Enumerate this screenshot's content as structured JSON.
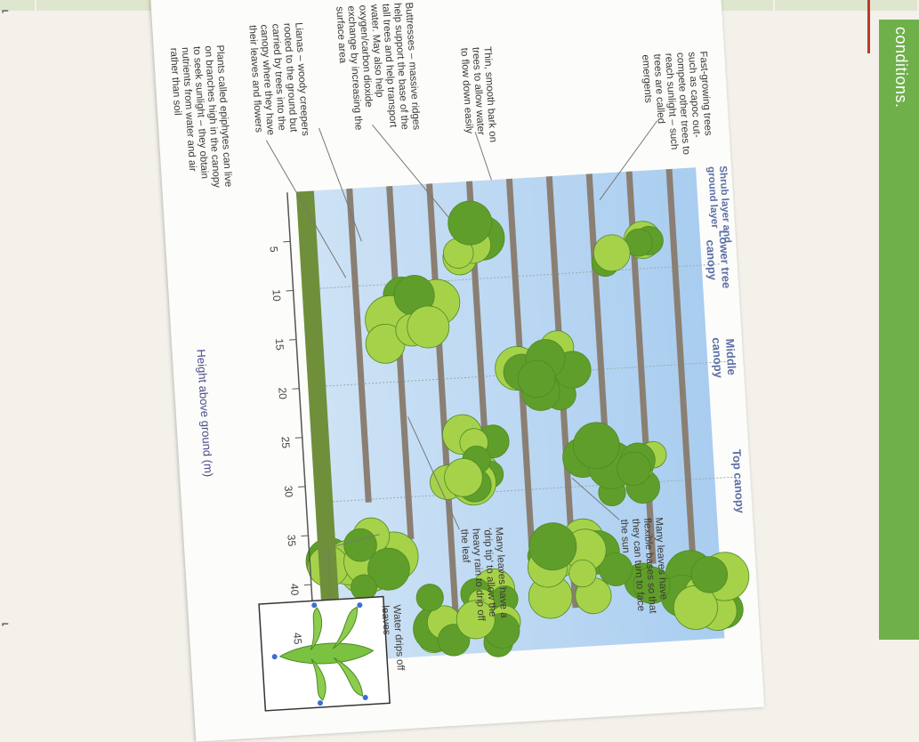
{
  "margin_text": "conditions.",
  "diagram": {
    "columns": {
      "top": "Top canopy",
      "middle": "Middle canopy",
      "lower": "Lower tree canopy",
      "shrub": "Shrub layer and ground layer"
    },
    "annotations": {
      "emergents": "Fast-growing trees such as capoc out-compete other trees to reach sunlight – such trees are called emergents",
      "flexible_bases": "Many leaves have flexible bases so that they can turn to face the sun",
      "drip_tip": "Many leaves have a 'drip tip' to allow the heavy rain to drip off the leaf",
      "water_drips": "Water drips off leaves",
      "bark": "Thin, smooth bark on trees to allow water to flow down easily",
      "buttresses": "Buttresses – massive ridges help support the base of the tall trees and help transport water. May also help oxygen/carbon dioxide exchange by increasing the surface area",
      "lianas": "Lianas – woody creepers rooted to the ground but carried by trees into the canopy where they have their leaves and flowers",
      "epiphytes": "Plants called epiphytes can live on branches high in the canopy to seek sunlight – they obtain nutrients from water and air rather than soil"
    },
    "axis": {
      "title": "Height above ground (m)",
      "ticks": [
        5,
        10,
        15,
        20,
        25,
        30,
        35,
        40,
        45
      ],
      "max": 48
    },
    "colors": {
      "sky": "#a9cdf0",
      "canopy_light": "#a6d24a",
      "canopy_dark": "#5f9e2a",
      "trunk": "#8a7f72",
      "label_blue": "#5c6fa5"
    }
  }
}
